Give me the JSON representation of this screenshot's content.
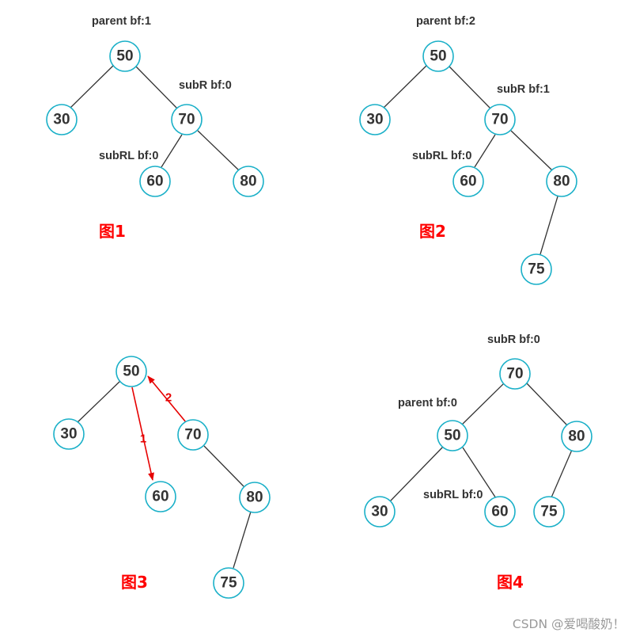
{
  "figures": [
    {
      "caption": "图1",
      "labels": [
        "parent bf:1",
        "subR bf:0",
        "subRL bf:0"
      ],
      "nodes": [
        "50",
        "30",
        "70",
        "60",
        "80"
      ]
    },
    {
      "caption": "图2",
      "labels": [
        "parent bf:2",
        "subR bf:1",
        "subRL bf:0"
      ],
      "nodes": [
        "50",
        "30",
        "70",
        "60",
        "80",
        "75"
      ]
    },
    {
      "caption": "图3",
      "labels": [],
      "nodes": [
        "50",
        "30",
        "70",
        "60",
        "80",
        "75"
      ],
      "arrows": [
        "1",
        "2"
      ]
    },
    {
      "caption": "图4",
      "labels": [
        "subR bf:0",
        "parent bf:0",
        "subRL bf:0"
      ],
      "nodes": [
        "70",
        "50",
        "80",
        "30",
        "60",
        "75"
      ]
    }
  ],
  "watermark": "CSDN @爱喝酸奶！",
  "colors": {
    "node_border": "#1ab0c8",
    "caption": "#ff0000",
    "arrow": "#e60000",
    "edge": "#333333"
  }
}
